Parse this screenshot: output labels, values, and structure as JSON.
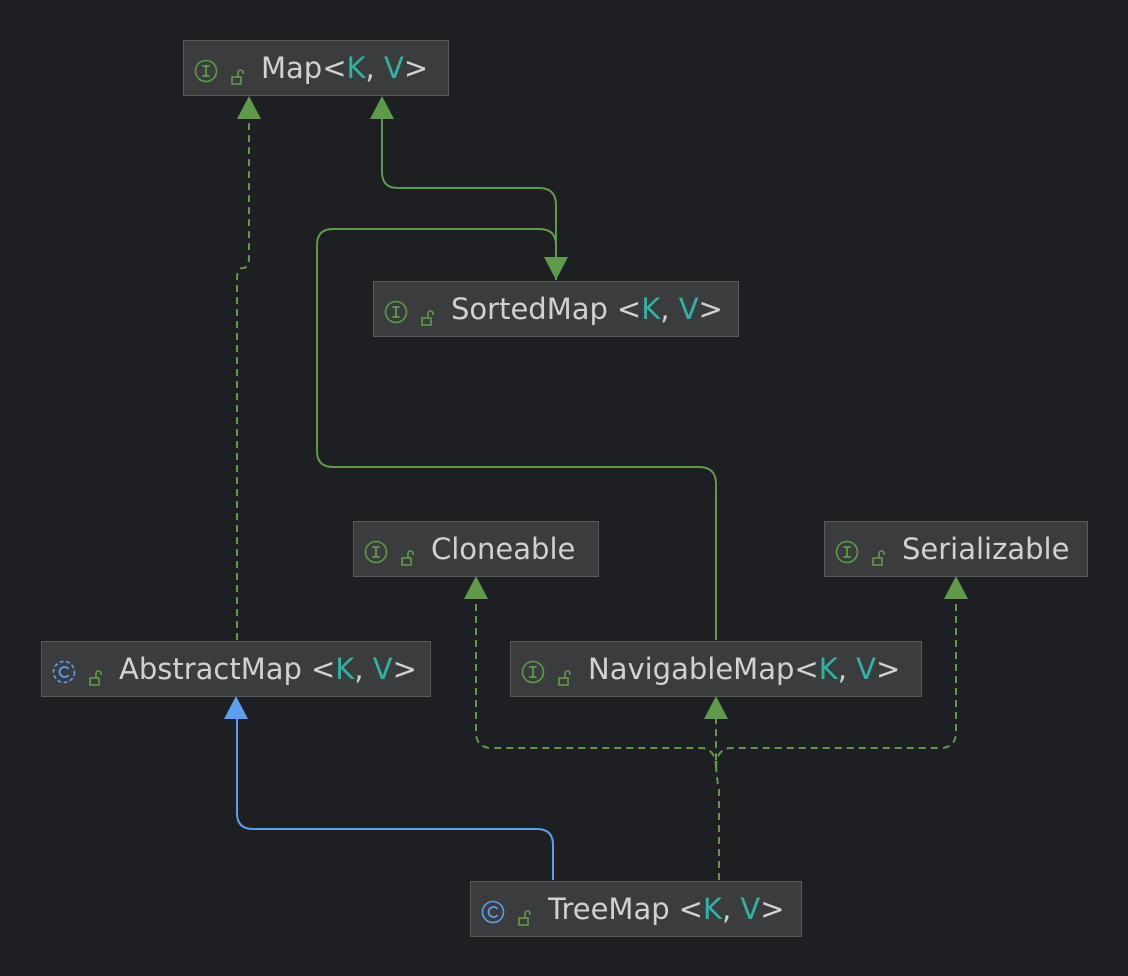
{
  "diagram": {
    "colors": {
      "background": "#1e1f22",
      "node_fill": "#3b3c3e",
      "node_border": "#595a5c",
      "text": "#cfd1d4",
      "type_var": "#2fb3a6",
      "interface_edge": "#5f9a4c",
      "class_edge": "#5c9ef1",
      "interface_icon": "#5f9a4c",
      "class_icon": "#5c9ef1"
    },
    "nodes": [
      {
        "id": "map",
        "kind": "interface",
        "kind_icon": "interface-icon",
        "visibility_icon": "public-lock-icon",
        "name": "Map",
        "gap_before_params": false,
        "type_params": [
          "K",
          "V"
        ]
      },
      {
        "id": "sortedmap",
        "kind": "interface",
        "kind_icon": "interface-icon",
        "visibility_icon": "public-lock-icon",
        "name": "SortedMap",
        "gap_before_params": true,
        "type_params": [
          "K",
          "V"
        ]
      },
      {
        "id": "cloneable",
        "kind": "interface",
        "kind_icon": "interface-icon",
        "visibility_icon": "public-lock-icon",
        "name": "Cloneable",
        "gap_before_params": false,
        "type_params": []
      },
      {
        "id": "serializable",
        "kind": "interface",
        "kind_icon": "interface-icon",
        "visibility_icon": "public-lock-icon",
        "name": "Serializable",
        "gap_before_params": false,
        "type_params": []
      },
      {
        "id": "abstractmap",
        "kind": "abstract-class",
        "kind_icon": "abstract-class-icon",
        "visibility_icon": "public-lock-icon",
        "name": "AbstractMap",
        "gap_before_params": true,
        "type_params": [
          "K",
          "V"
        ]
      },
      {
        "id": "navigablemap",
        "kind": "interface",
        "kind_icon": "interface-icon",
        "visibility_icon": "public-lock-icon",
        "name": "NavigableMap",
        "gap_before_params": false,
        "type_params": [
          "K",
          "V"
        ]
      },
      {
        "id": "treemap",
        "kind": "class",
        "kind_icon": "class-icon",
        "visibility_icon": "public-lock-icon",
        "name": "TreeMap",
        "gap_before_params": true,
        "type_params": [
          "K",
          "V"
        ]
      }
    ],
    "edges": [
      {
        "from": "sortedmap",
        "to": "map",
        "relation": "extends",
        "style": "solid",
        "color": "interface"
      },
      {
        "from": "navigablemap",
        "to": "sortedmap",
        "relation": "extends",
        "style": "solid",
        "color": "interface"
      },
      {
        "from": "abstractmap",
        "to": "map",
        "relation": "implements",
        "style": "dashed",
        "color": "interface"
      },
      {
        "from": "treemap",
        "to": "abstractmap",
        "relation": "extends",
        "style": "solid",
        "color": "class"
      },
      {
        "from": "treemap",
        "to": "navigablemap",
        "relation": "implements",
        "style": "dashed",
        "color": "interface"
      },
      {
        "from": "treemap",
        "to": "cloneable",
        "relation": "implements",
        "style": "dashed",
        "color": "interface"
      },
      {
        "from": "treemap",
        "to": "serializable",
        "relation": "implements",
        "style": "dashed",
        "color": "interface"
      }
    ]
  }
}
